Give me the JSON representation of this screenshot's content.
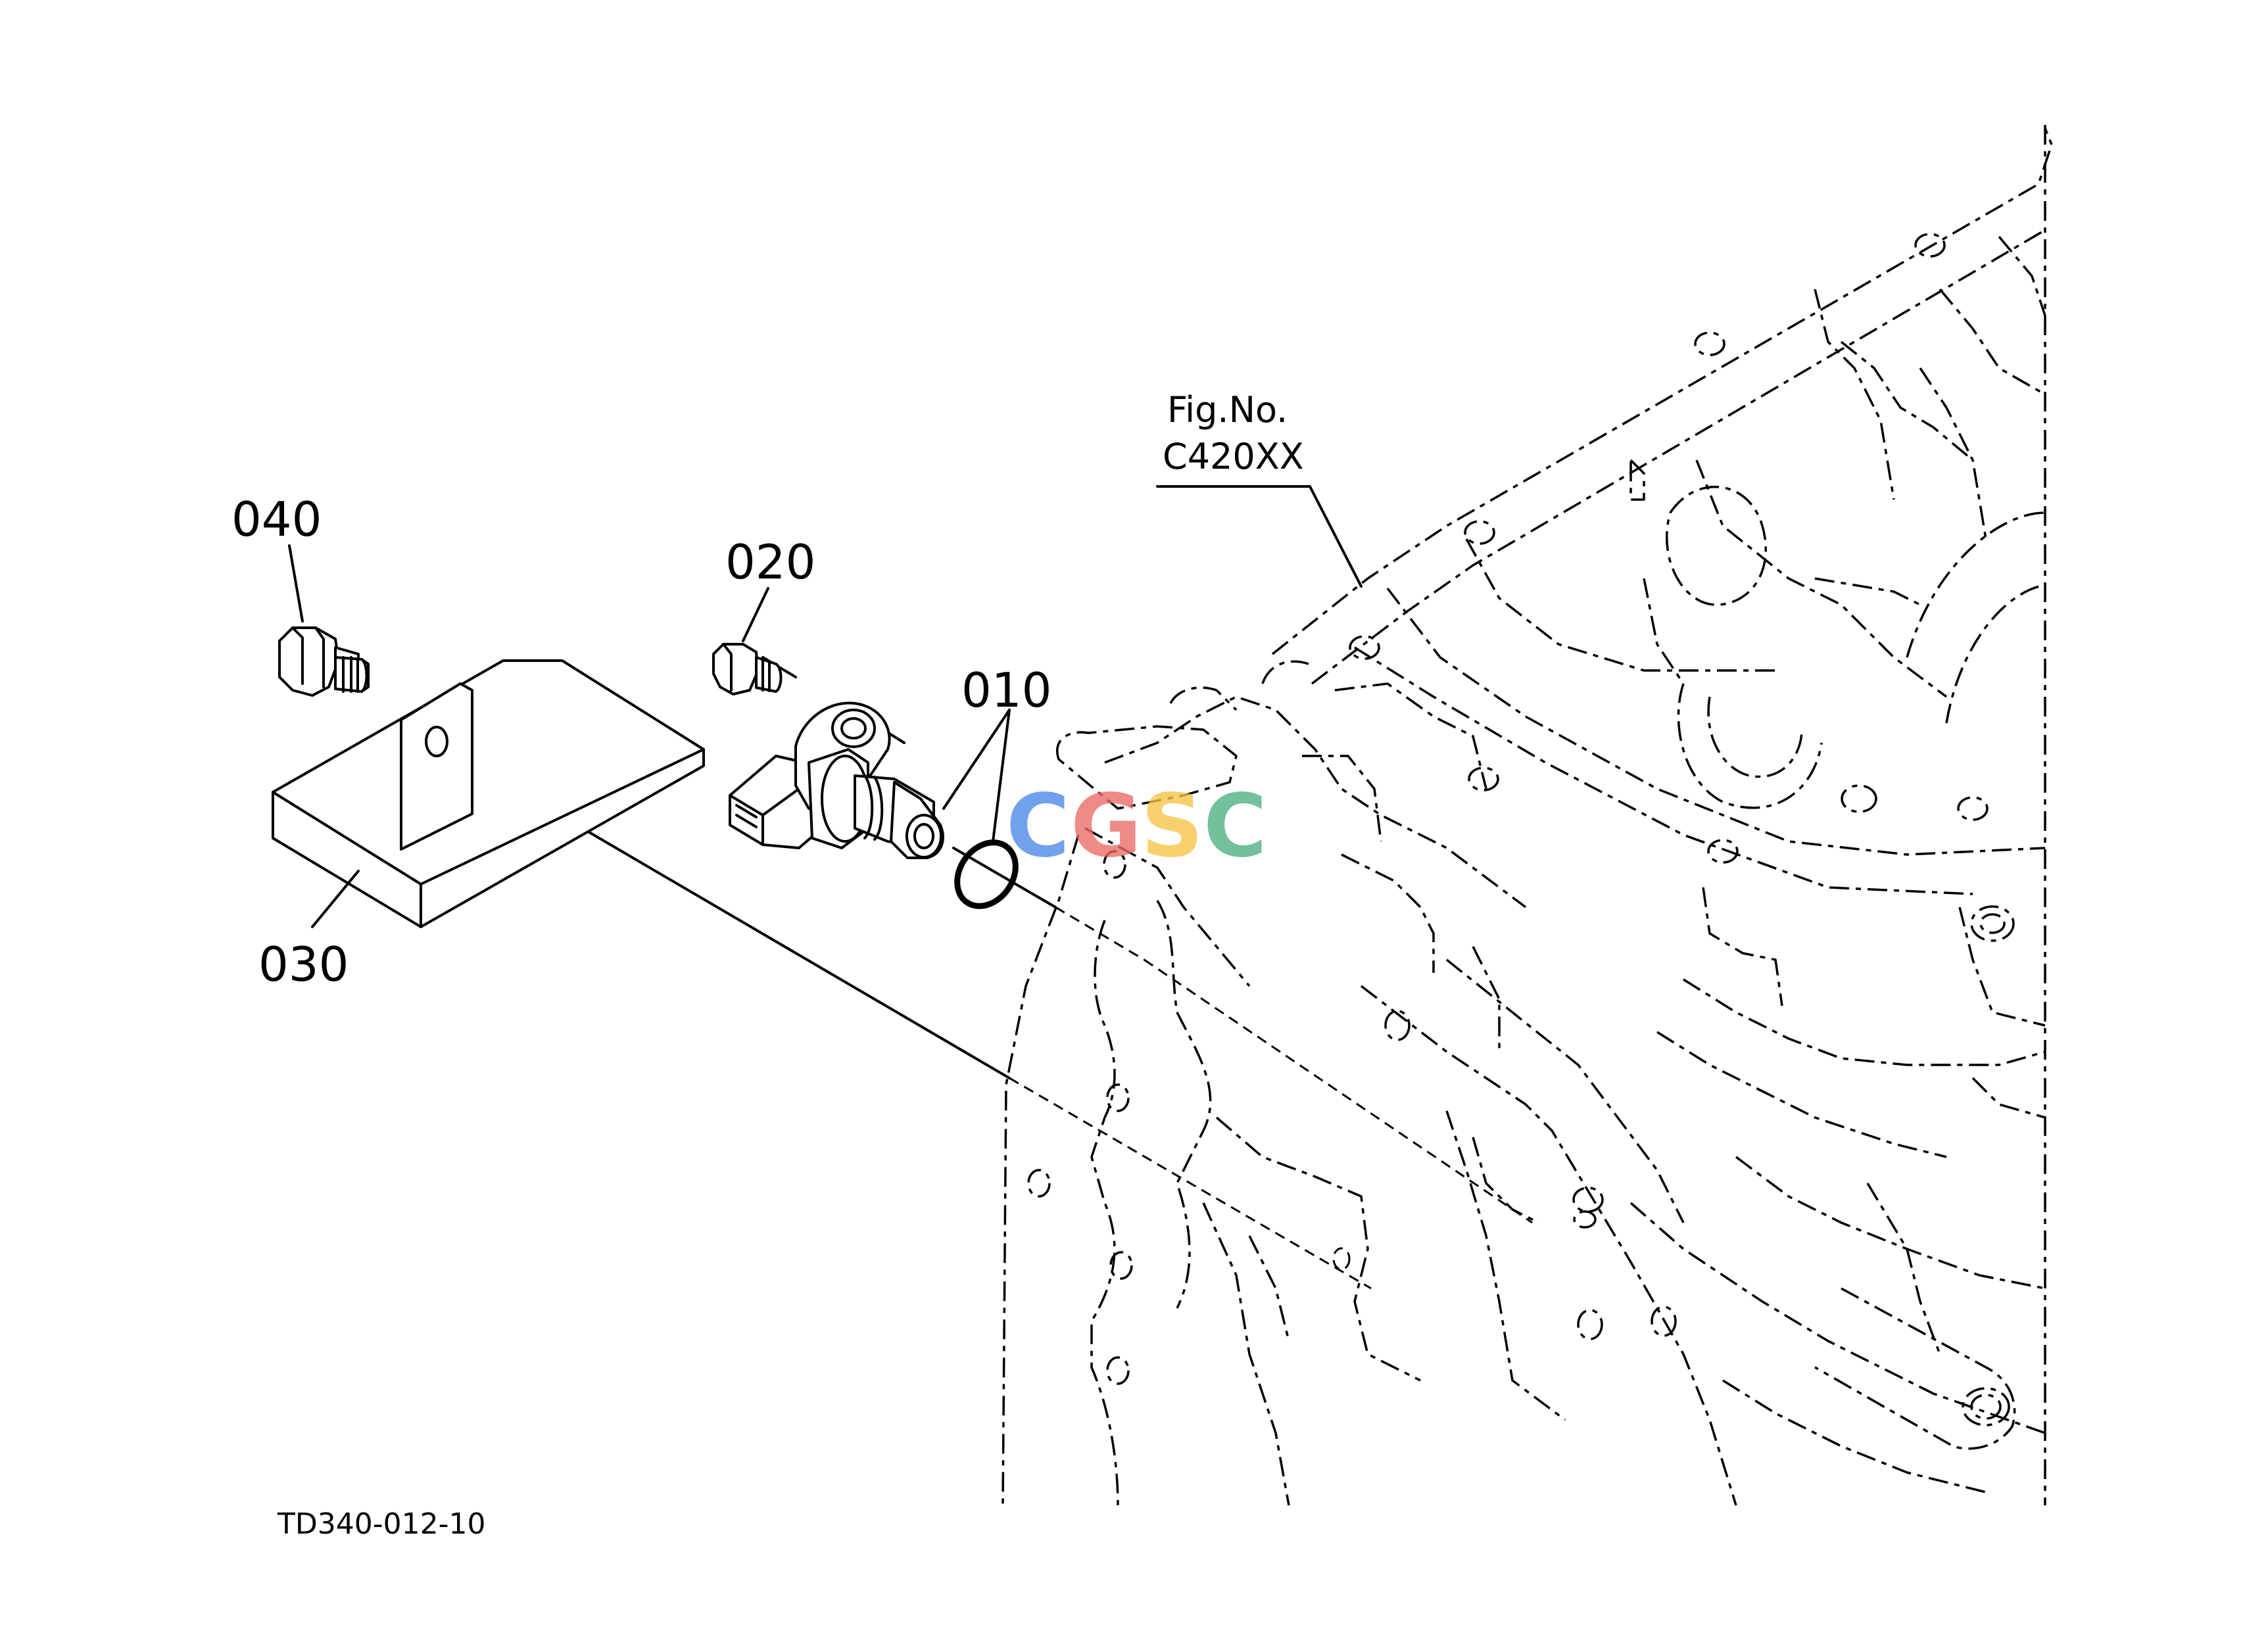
{
  "diagram": {
    "part_labels": {
      "p010": "010",
      "p020": "020",
      "p030": "030",
      "p040": "040"
    },
    "figure_reference": {
      "line1": "Fig.No.",
      "line2": "C420XX"
    },
    "drawing_code": "TD340-012-10",
    "watermark": {
      "letters": [
        "C",
        "G",
        "S",
        "C"
      ],
      "colors": [
        "#4a86e8",
        "#ea6b66",
        "#f6c445",
        "#4caf80"
      ]
    }
  }
}
